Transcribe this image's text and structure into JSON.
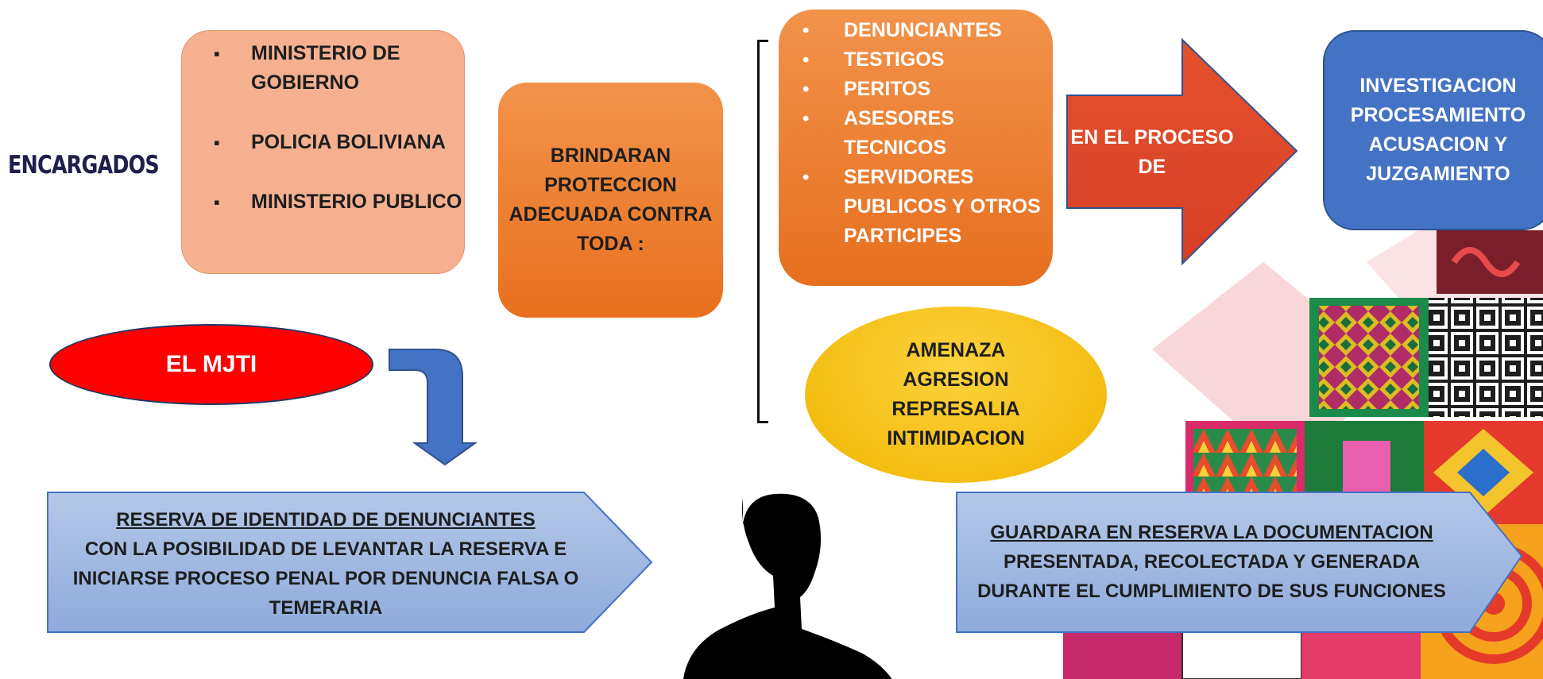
{
  "encargados_label": "ENCARGADOS",
  "encargados": {
    "items": [
      "MINISTERIO DE GOBIERNO",
      "POLICIA BOLIVIANA",
      "MINISTERIO PUBLICO"
    ]
  },
  "proteccion_text": "BRINDARAN PROTECCION ADECUADA CONTRA TODA :",
  "participantes": {
    "items": [
      "DENUNCIANTES",
      "TESTIGOS",
      "PERITOS",
      "ASESORES TECNICOS",
      "SERVIDORES PUBLICOS Y OTROS PARTICIPES"
    ]
  },
  "amenazas": {
    "lines": [
      "AMENAZA",
      "AGRESION",
      "REPRESALIA",
      "INTIMIDACION"
    ]
  },
  "proceso_label": "EN EL PROCESO DE",
  "etapas": {
    "lines": [
      "INVESTIGACION",
      "PROCESAMIENTO",
      "ACUSACION Y JUZGAMIENTO"
    ]
  },
  "mjti_label": "EL MJTI",
  "reserva_identidad": {
    "heading": "RESERVA DE IDENTIDAD DE DENUNCIANTES",
    "body": "CON LA POSIBILIDAD DE LEVANTAR LA RESERVA E INICIARSE PROCESO PENAL POR DENUNCIA FALSA O TEMERARIA"
  },
  "reserva_documentacion": {
    "heading": "GUARDARA EN RESERVA LA DOCUMENTACION",
    "body": "PRESENTADA, RECOLECTADA Y GENERADA DURANTE EL CUMPLIMIENTO DE SUS FUNCIONES"
  },
  "colors": {
    "salmon": "#f4b08f",
    "orange": "#e8701e",
    "red_arrow": "#e0492c",
    "blue": "#4472c4",
    "red_oval": "#ff0000",
    "yellow": "#fcd23c",
    "pentagon": "#8eaadb"
  }
}
